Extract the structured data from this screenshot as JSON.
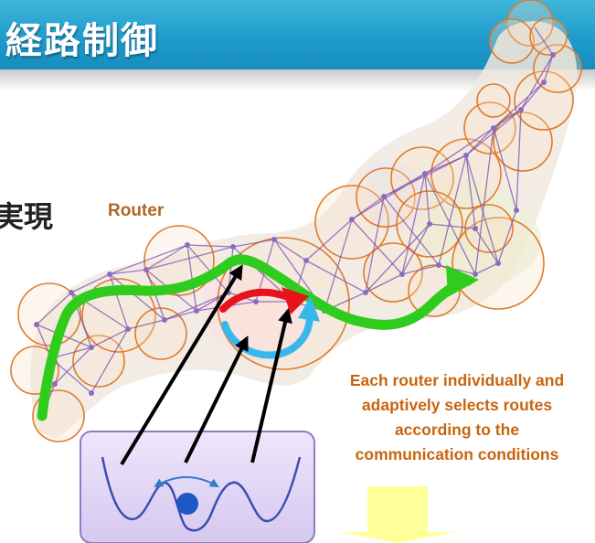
{
  "header": {
    "title": "経路制御"
  },
  "partial_text": "実現",
  "diagram": {
    "router_label": "Router",
    "caption_lines": [
      "Each router individually and",
      "adaptively selects routes",
      "according to the",
      "communication conditions"
    ],
    "colors": {
      "header": "#1f9ccc",
      "router_circle": "#e07b2a",
      "network_link": "#7a4fb0",
      "route_green": "#2fcc1e",
      "route_red": "#e8121a",
      "route_blue": "#38b8ea",
      "caption_text": "#c8640e",
      "potential_box": "#e6dcf6",
      "down_arrow": "#ffff9a"
    },
    "icons": [
      "up-right-arrow-icon",
      "double-headed-arrow-icon",
      "ball-icon",
      "down-arrow-icon"
    ]
  }
}
